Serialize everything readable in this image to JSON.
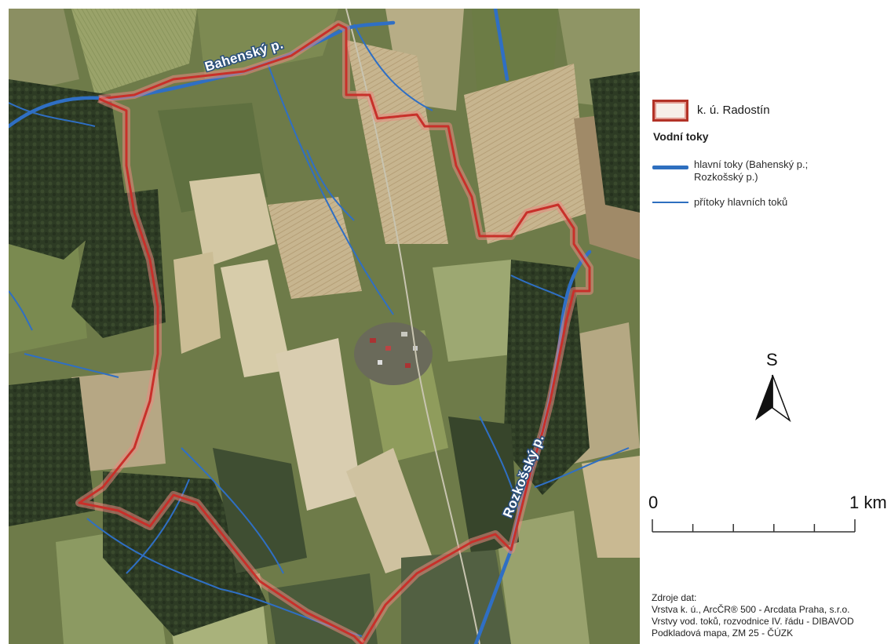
{
  "map": {
    "river_labels": {
      "bahensky": "Bahenský p.",
      "rozkossky": "Rozkošský p."
    },
    "colors": {
      "boundary": "#c8302a",
      "boundary_glow": "#e88a80",
      "main_stream": "#2f6fc4",
      "tributary": "#2f6fc4"
    }
  },
  "legend": {
    "boundary_label": "k. ú. Radostín",
    "section_title": "Vodní toky",
    "main_streams_line1": "hlavní toky (Bahenský p.;",
    "main_streams_line2": "Rozkošský p.)",
    "tributaries_label": "přítoky hlavních toků"
  },
  "north_arrow": {
    "letter": "S",
    "icon": "north-arrow-icon"
  },
  "scale_bar": {
    "left_value": "0",
    "right_value": "1 km",
    "divisions": 5
  },
  "sources": {
    "line1": "Zdroje dat:",
    "line2": "Vrstva k. ú., ArcČR® 500 - Arcdata Praha, s.r.o.",
    "line3": "Vrstvy vod. toků, rozvodnice IV. řádu - DIBAVOD",
    "line4": "Podkladová mapa, ZM 25 - ČÚZK"
  }
}
